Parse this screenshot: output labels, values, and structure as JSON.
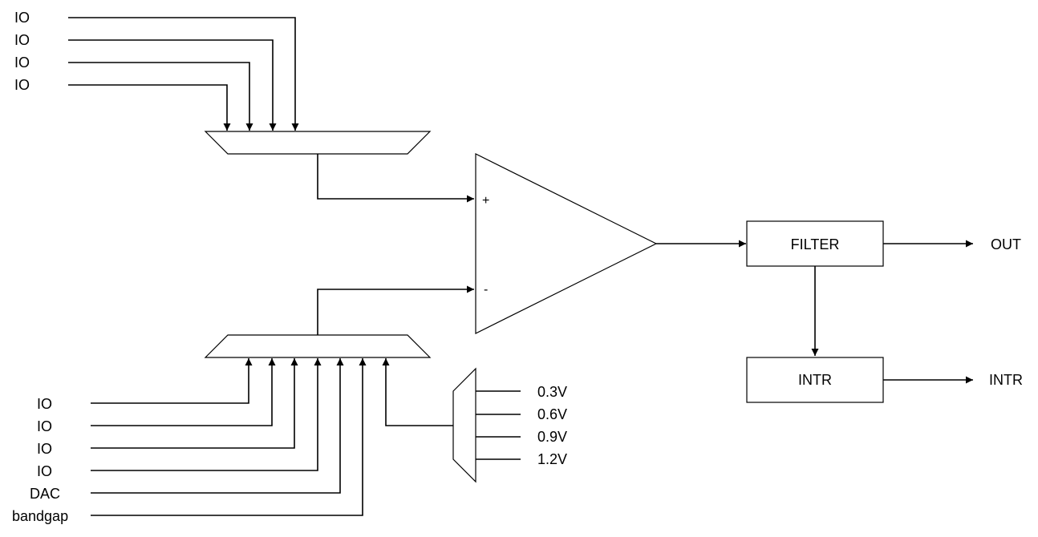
{
  "top_mux": {
    "inputs": [
      "IO",
      "IO",
      "IO",
      "IO"
    ]
  },
  "bottom_mux": {
    "inputs": [
      "IO",
      "IO",
      "IO",
      "IO",
      "DAC",
      "bandgap"
    ]
  },
  "ref_mux": {
    "inputs": [
      "0.3V",
      "0.6V",
      "0.9V",
      "1.2V"
    ]
  },
  "comparator": {
    "plus_label": "+",
    "minus_label": "-"
  },
  "filter": {
    "label": "FILTER"
  },
  "intr": {
    "label": "INTR"
  },
  "outputs": {
    "out_label": "OUT",
    "intr_label": "INTR"
  }
}
